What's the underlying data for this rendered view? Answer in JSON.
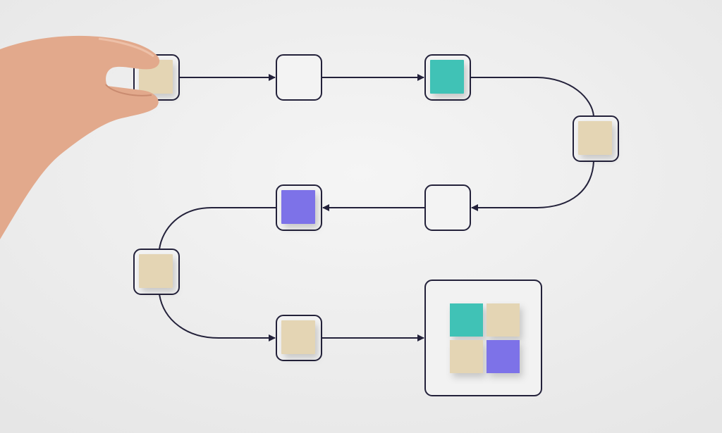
{
  "colors": {
    "background": "#efefef",
    "line": "#23213a",
    "beige_block": "#e4d5b4",
    "teal_block": "#40c2b6",
    "purple_block": "#7d72e8",
    "skin": "#e2a98c"
  },
  "flow": {
    "steps": [
      {
        "block": "beige"
      },
      {
        "block": "none"
      },
      {
        "block": "teal"
      },
      {
        "block": "beige"
      },
      {
        "block": "none"
      },
      {
        "block": "purple"
      },
      {
        "block": "beige"
      },
      {
        "block": "beige"
      }
    ],
    "result_grid": [
      "teal",
      "beige",
      "beige",
      "purple"
    ]
  }
}
